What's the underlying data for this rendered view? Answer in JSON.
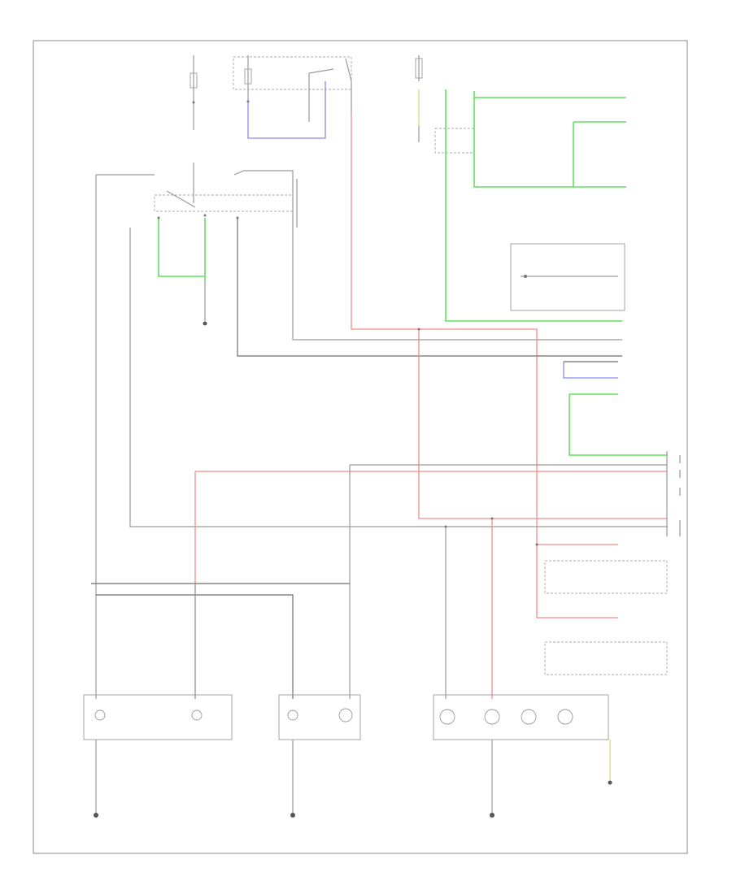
{
  "diagram": {
    "page_label": "",
    "components": [
      {
        "id": "hot-at-all-times-fuse",
        "label": ""
      },
      {
        "id": "hot-at-all-times-fuse-2",
        "label": ""
      },
      {
        "id": "dimmer-relay",
        "label": ""
      },
      {
        "id": "brake-light-switch",
        "label": ""
      },
      {
        "id": "left-fusible-link",
        "label": ""
      },
      {
        "id": "right-rear-combination-lamp",
        "label": ""
      },
      {
        "id": "body-control-module",
        "label": ""
      },
      {
        "id": "light-combination-switch",
        "label": ""
      },
      {
        "id": "hazard-relay",
        "label": ""
      },
      {
        "id": "left-rear-combination-lamp",
        "label": ""
      },
      {
        "id": "left-front-combination-lamp",
        "label": ""
      },
      {
        "id": "right-front-combination-lamp",
        "label": ""
      },
      {
        "id": "license-lamp",
        "label": ""
      },
      {
        "id": "backup-lamp-switch",
        "label": ""
      }
    ],
    "grounds": [
      {
        "id": "ground-left-front",
        "label": ""
      },
      {
        "id": "ground-right-front",
        "label": ""
      },
      {
        "id": "ground-rear",
        "label": ""
      },
      {
        "id": "ground-backup",
        "label": ""
      }
    ]
  }
}
